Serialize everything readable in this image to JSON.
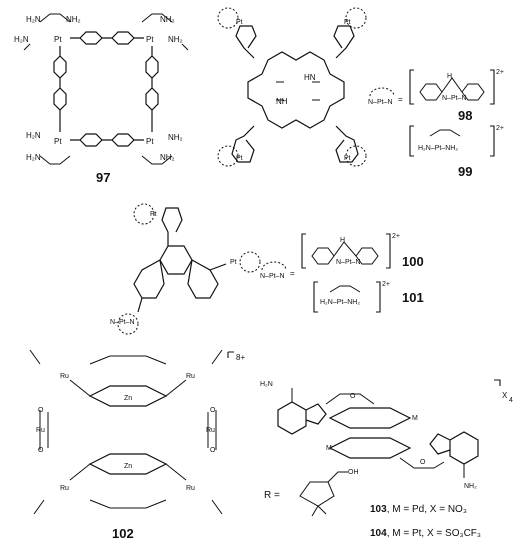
{
  "labels": {
    "c97": "97",
    "c98": "98",
    "c99": "99",
    "c100": "100",
    "c101": "101",
    "c102": "102",
    "c103": "103",
    "c104": "104"
  },
  "charges": {
    "two_plus": "2+",
    "eight_plus": "8+",
    "x4": "X",
    "x4_sub": "4"
  },
  "atoms": {
    "Pt": "Pt",
    "N": "N",
    "NH": "NH",
    "HN": "HN",
    "H": "H",
    "H2N": "H₂N",
    "NH2": "NH₂",
    "Ru": "Ru",
    "Zn": "Zn",
    "M": "M",
    "O": "O",
    "OH": "OH",
    "N_Pt_N": "N–Pt–N",
    "H2N_Pt_NH2": "H₂N–Pt–NH₂",
    "eq": "="
  },
  "captions": {
    "r_label": "R =",
    "c103_num": "103",
    "c103_text": ", M = Pd, X = NO₃",
    "c104_num": "104",
    "c104_text": ", M = Pt, X = SO₃CF₃"
  }
}
